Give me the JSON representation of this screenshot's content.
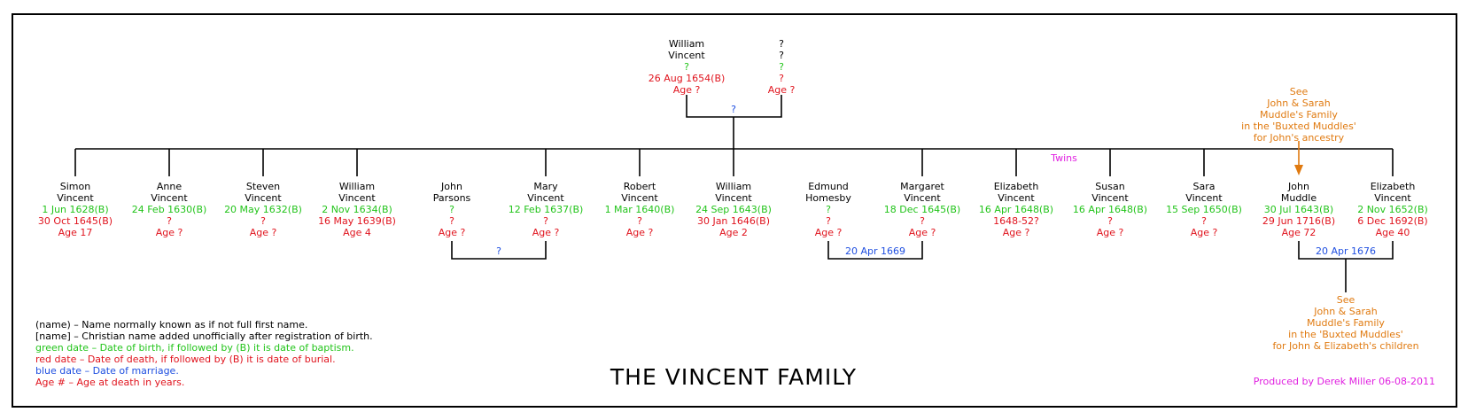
{
  "title": "THE VINCENT FAMILY",
  "credit": "Produced by Derek Miller 06-08-2011",
  "twins_label": "Twins",
  "colors": {
    "black": "#000000",
    "green": "#22c41a",
    "red": "#e0141e",
    "blue": "#1f4fe0",
    "orange": "#e07a10",
    "magenta": "#e020e0"
  },
  "parents": {
    "father": {
      "l1": "William",
      "l2": "Vincent",
      "born": "?",
      "died": "26 Aug 1654(B)",
      "age": "Age ?"
    },
    "mother": {
      "l1": "?",
      "l2": "?",
      "born": "?",
      "died": "?",
      "age": "Age ?"
    },
    "marriage": "?"
  },
  "children": [
    {
      "id": "simon",
      "l1": "Simon",
      "l2": "Vincent",
      "born": "1 Jun 1628(B)",
      "died": "30 Oct 1645(B)",
      "age": "Age 17"
    },
    {
      "id": "anne",
      "l1": "Anne",
      "l2": "Vincent",
      "born": "24 Feb 1630(B)",
      "died": "?",
      "age": "Age ?"
    },
    {
      "id": "steven",
      "l1": "Steven",
      "l2": "Vincent",
      "born": "20 May 1632(B)",
      "died": "?",
      "age": "Age ?"
    },
    {
      "id": "william",
      "l1": "William",
      "l2": "Vincent",
      "born": "2 Nov 1634(B)",
      "died": "16 May 1639(B)",
      "age": "Age 4"
    },
    {
      "id": "mary",
      "l1": "Mary",
      "l2": "Vincent",
      "born": "12 Feb 1637(B)",
      "died": "?",
      "age": "Age ?"
    },
    {
      "id": "robert",
      "l1": "Robert",
      "l2": "Vincent",
      "born": "1 Mar 1640(B)",
      "died": "?",
      "age": "Age ?"
    },
    {
      "id": "william2",
      "l1": "William",
      "l2": "Vincent",
      "born": "24 Sep 1643(B)",
      "died": "30 Jan 1646(B)",
      "age": "Age 2"
    },
    {
      "id": "margaret",
      "l1": "Margaret",
      "l2": "Vincent",
      "born": "18 Dec 1645(B)",
      "died": "?",
      "age": "Age ?"
    },
    {
      "id": "elizabeth",
      "l1": "Elizabeth",
      "l2": "Vincent",
      "born": "16 Apr 1648(B)",
      "died": "1648-52?",
      "age": "Age ?"
    },
    {
      "id": "susan",
      "l1": "Susan",
      "l2": "Vincent",
      "born": "16 Apr 1648(B)",
      "died": "?",
      "age": "Age ?"
    },
    {
      "id": "sara",
      "l1": "Sara",
      "l2": "Vincent",
      "born": "15 Sep 1650(B)",
      "died": "?",
      "age": "Age ?"
    },
    {
      "id": "elizabeth2",
      "l1": "Elizabeth",
      "l2": "Vincent",
      "born": "2 Nov 1652(B)",
      "died": "6 Dec 1692(B)",
      "age": "Age 40"
    }
  ],
  "spouses": [
    {
      "id": "john-parsons",
      "l1": "John",
      "l2": "Parsons",
      "born": "?",
      "died": "?",
      "age": "Age ?"
    },
    {
      "id": "edmund-homesby",
      "l1": "Edmund",
      "l2": "Homesby",
      "born": "?",
      "died": "?",
      "age": "Age ?"
    },
    {
      "id": "john-muddle",
      "l1": "John",
      "l2": "Muddle",
      "born": "30 Jul 1643(B)",
      "died": "29 Jun 1716(B)",
      "age": "Age 72"
    }
  ],
  "marriages": {
    "parsons_vincent": "?",
    "homesby_vincent": "20 Apr 1669",
    "muddle_vincent": "20 Apr 1676"
  },
  "note_top": {
    "l1": "See",
    "l2": "John & Sarah",
    "l3": "Muddle's Family",
    "l4": "in the 'Buxted Muddles'",
    "l5": "for John's ancestry"
  },
  "note_bottom": {
    "l1": "See",
    "l2": "John & Sarah",
    "l3": "Muddle's Family",
    "l4": "in the 'Buxted Muddles'",
    "l5": "for John & Elizabeth's children"
  },
  "legend": {
    "l1": "(name) – Name normally known as if not full first name.",
    "l2": "[name] – Christian name added unofficially after registration of birth.",
    "l3": "green date – Date of birth, if followed by (B) it is date of baptism.",
    "l4": "red date – Date of death, if followed by (B) it is date of burial.",
    "l5": "blue date – Date of marriage.",
    "l6": "Age # – Age at death in years."
  }
}
